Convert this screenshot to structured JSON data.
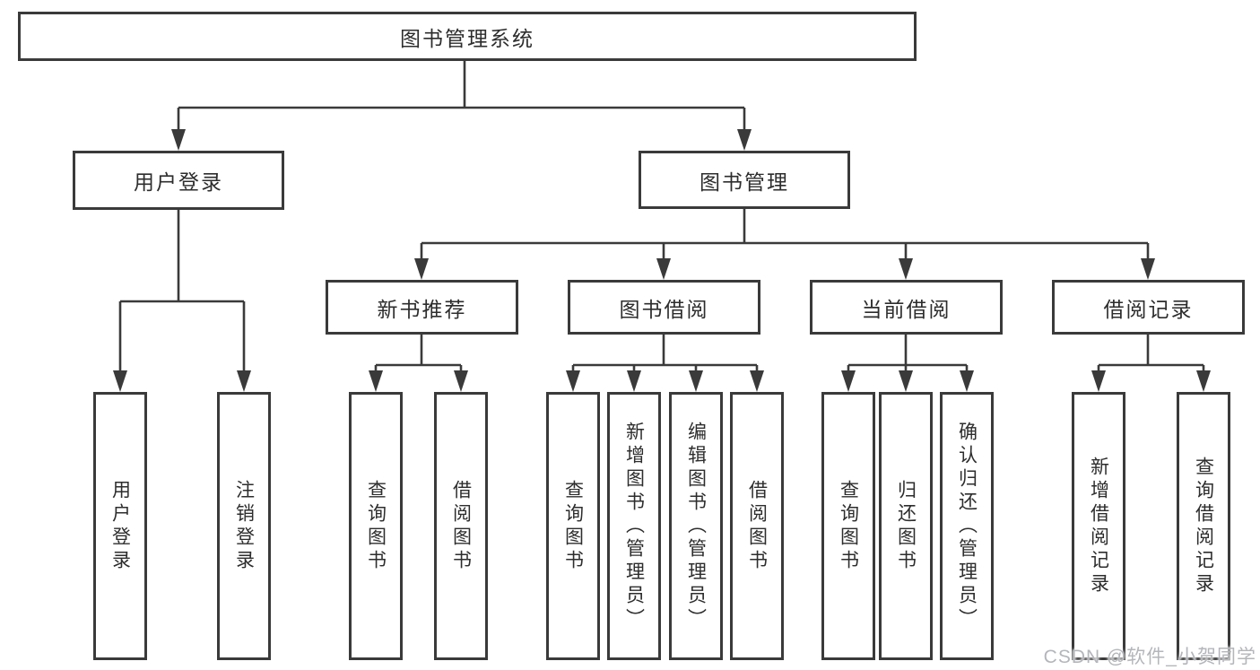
{
  "tree": {
    "root": {
      "label": "图书管理系统"
    },
    "branches": [
      {
        "label": "用户登录",
        "children": [
          "用户登录",
          "注销登录"
        ]
      },
      {
        "label": "图书管理",
        "groups": [
          {
            "label": "新书推荐",
            "children": [
              "查询图书",
              "借阅图书"
            ]
          },
          {
            "label": "图书借阅",
            "children": [
              "查询图书",
              "新增图书（管理员）",
              "编辑图书（管理员）",
              "借阅图书"
            ]
          },
          {
            "label": "当前借阅",
            "children": [
              "查询图书",
              "归还图书",
              "确认归还（管理员）"
            ]
          },
          {
            "label": "借阅记录",
            "children": [
              "新增借阅记录",
              "查询借阅记录"
            ]
          }
        ]
      }
    ]
  },
  "watermark": "CSDN @软件_小贺同学",
  "colors": {
    "line": "#3a3a3a",
    "box_border": "#3a3a3a",
    "text": "#2d2d2d",
    "watermark": "#b4b6ba",
    "background": "#ffffff"
  }
}
